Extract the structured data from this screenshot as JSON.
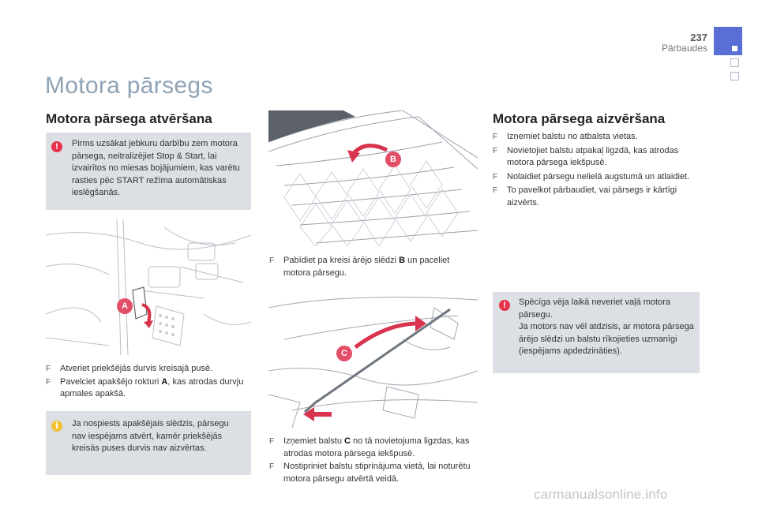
{
  "header": {
    "page_number": "237",
    "section": "Pārbaudes"
  },
  "title": "Motora pārsegs",
  "opening": {
    "heading": "Motora pārsega atvēršana",
    "warning": "Pirms uzsākat jebkuru darbību zem motora pārsega, neitralizējiet Stop & Start, lai izvairītos no miesas bojājumiem, kas varētu rasties pēc START režīma automātiskas ieslēgšanās.",
    "steps1": [
      "Atveriet priekšējās durvis kreisajā pusē.",
      "Pavelciet apakšējo rokturi ",
      "A",
      ", kas atrodas durvju apmales apakšā."
    ],
    "info": "Ja nospiests apakšējais slēdzis, pārsegu nav iespējams atvērt, kamēr priekšējās kreisās puses durvis nav aizvērtas.",
    "step_b_pre": "Pabīdiet pa kreisi ārējo slēdzi ",
    "step_b_letter": "B",
    "step_b_post": " un paceliet motora pārsegu.",
    "step_c_pre": "Izņemiet balstu ",
    "step_c_letter": "C",
    "step_c_post": " no tā novietojuma ligzdas, kas atrodas motora pārsega iekšpusē.",
    "step_c2": "Nostipriniet balstu stiprinājuma vietā, lai noturētu motora pārsegu atvērtā veidā."
  },
  "closing": {
    "heading": "Motora pārsega aizvēršana",
    "steps": [
      "Izņemiet balstu no atbalsta vietas.",
      "Novietojiet balstu atpakaļ ligzdā, kas atrodas motora pārsega iekšpusē.",
      "Nolaidiet pārsegu nelielā augstumā un atlaidiet.",
      "To pavelkot pārbaudiet, vai pārsegs ir kārtīgi aizvērts."
    ],
    "warning": "Spēcīga vēja laikā neveriet vaļā motora pārsegu.\nJa motors nav vēl atdzisis, ar motora pārsega ārējo slēdzi un balstu rīkojieties uzmanīgi (iespējams apdedzināties)."
  },
  "figure_labels": {
    "a": "A",
    "b": "B",
    "c": "C"
  },
  "icons": {
    "warning": "!",
    "info": "i",
    "bullet": "F"
  },
  "watermark": "carmanualsonline.info",
  "colors": {
    "accent_tab": "#5a6fd6",
    "callout_bg": "#dcdfe3",
    "warning_icon": "#e8314a",
    "info_icon": "#f1c232",
    "figure_label": "#e24d67",
    "title": "#8fa3b5"
  }
}
